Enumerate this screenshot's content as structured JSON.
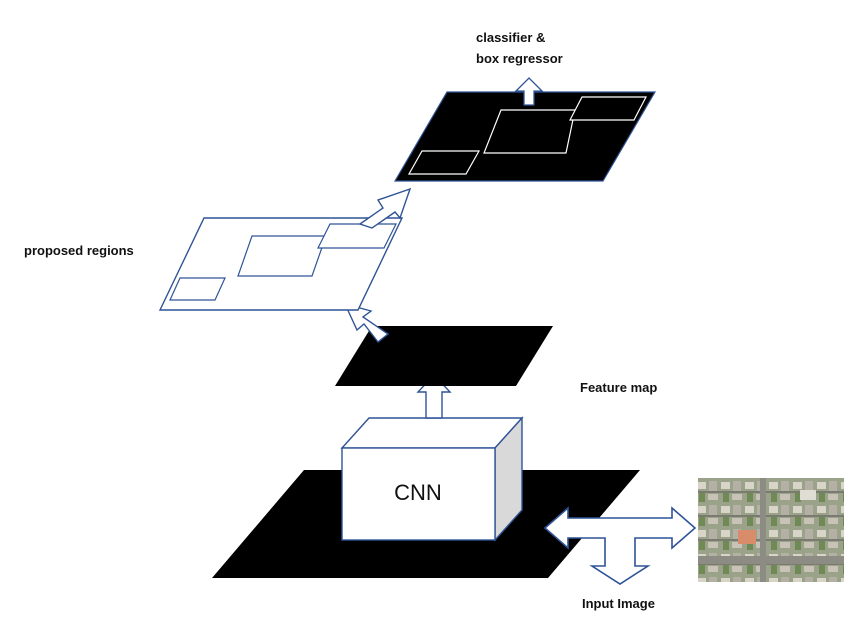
{
  "labels": {
    "classifier_line1": "classifier &",
    "classifier_line2": "box regressor",
    "proposed_regions": "proposed regions",
    "feature_map": "Feature map",
    "input_image": "Input Image",
    "cnn": "CNN"
  },
  "colors": {
    "plane_fill": "#000000",
    "outline": "#2f5496",
    "box_face": "#ffffff",
    "box_side": "#d9d9d9",
    "box_top": "#ffffff"
  }
}
